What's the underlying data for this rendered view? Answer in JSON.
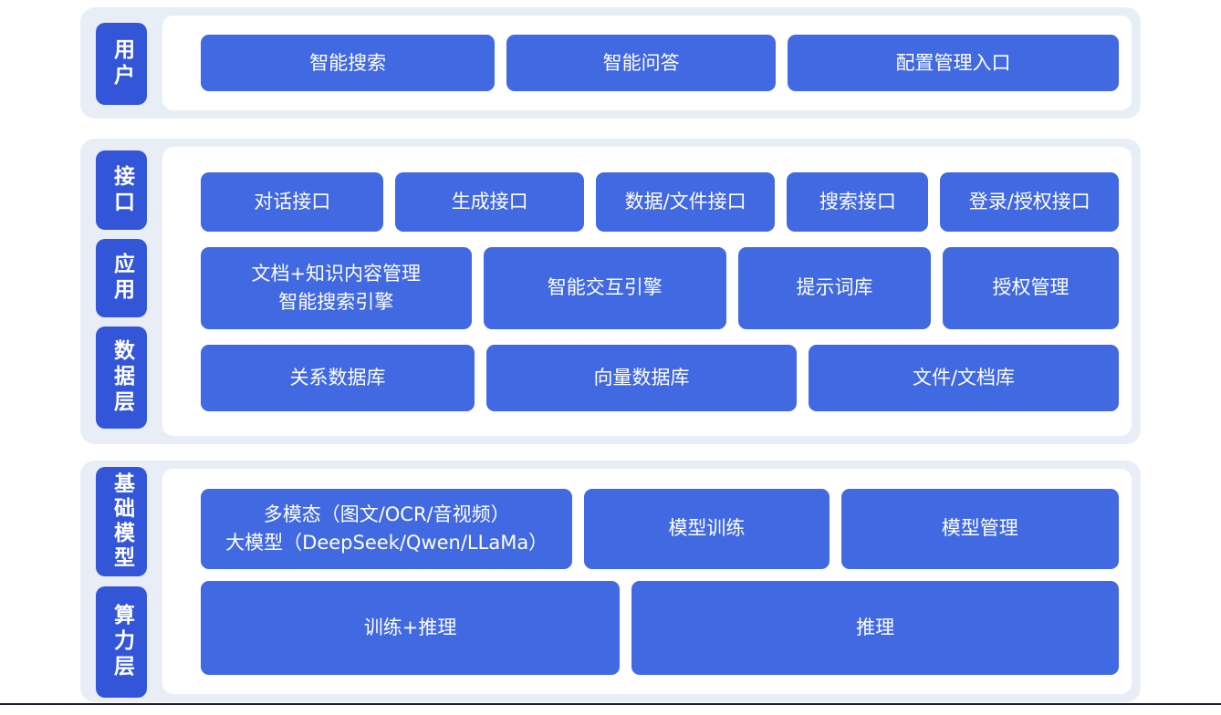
{
  "layers": {
    "user": {
      "tab": "用户",
      "boxes": [
        "智能搜索",
        "智能问答",
        "配置管理入口"
      ]
    },
    "middle": {
      "tabs": [
        "接口",
        "应用",
        "数据层"
      ],
      "interface_row": [
        "对话接口",
        "生成接口",
        "数据/文件接口",
        "搜索接口",
        "登录/授权接口"
      ],
      "application_row": [
        "文档+知识内容管理\n智能搜索引擎",
        "智能交互引擎",
        "提示词库",
        "授权管理"
      ],
      "data_row": [
        "关系数据库",
        "向量数据库",
        "文件/文档库"
      ]
    },
    "foundation": {
      "tabs": [
        "基础模型",
        "算力层"
      ],
      "model_row": [
        "多模态（图文/OCR/音视频）\n大模型（DeepSeek/Qwen/LLaMa）",
        "模型训练",
        "模型管理"
      ],
      "compute_row": [
        "训练+推理",
        "推理"
      ]
    }
  },
  "colors": {
    "box_blue": "#4169E1",
    "tab_blue": "#3356D9",
    "band_background": "#E9EEF6",
    "panel_background": "#FFFFFF",
    "text": "#FFFFFF",
    "bottom_rule": "#1A1F2E"
  }
}
